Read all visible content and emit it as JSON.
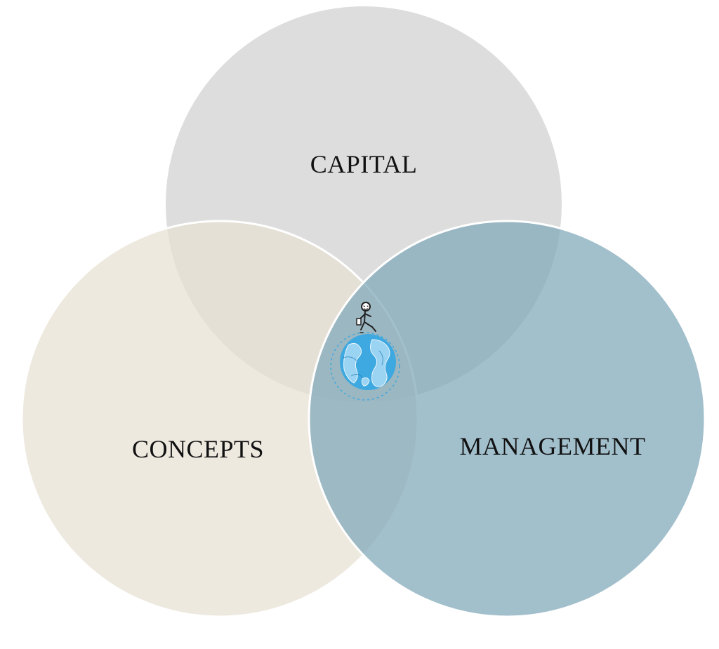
{
  "diagram": {
    "type": "venn",
    "sets": [
      {
        "id": "capital",
        "label": "CAPITAL",
        "color": "#dcdcdd"
      },
      {
        "id": "concepts",
        "label": "CONCEPTS",
        "color": "#ebe8dd"
      },
      {
        "id": "management",
        "label": "MANAGEMENT",
        "color": "#8fb0bf"
      }
    ],
    "center_icon": "globe-with-walking-figure-icon",
    "colors": {
      "background": "#ffffff",
      "globe": "#3ea8e0",
      "outline": "#ffffff"
    }
  }
}
